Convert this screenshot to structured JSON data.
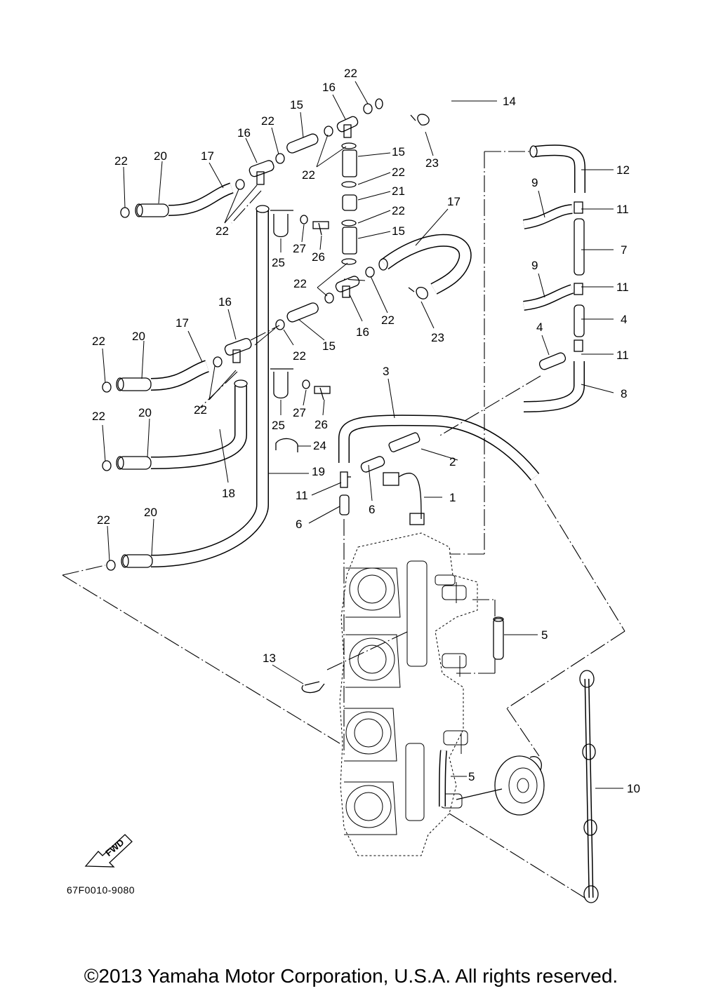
{
  "labels": {
    "p1": "1",
    "p2": "2",
    "p3": "3",
    "p4a": "4",
    "p4b": "4",
    "p5a": "5",
    "p5b": "5",
    "p6a": "6",
    "p6b": "6",
    "p7": "7",
    "p8": "8",
    "p9a": "9",
    "p9b": "9",
    "p10": "10",
    "p11a": "11",
    "p11b": "11",
    "p11c": "11",
    "p11d": "11",
    "p12": "12",
    "p13": "13",
    "p14": "14",
    "p15a": "15",
    "p15b": "15",
    "p15c": "15",
    "p15d": "15",
    "p16a": "16",
    "p16b": "16",
    "p16c": "16",
    "p16d": "16",
    "p17a": "17",
    "p17b": "17",
    "p17c": "17",
    "p18": "18",
    "p19": "19",
    "p20a": "20",
    "p20b": "20",
    "p20c": "20",
    "p20d": "20",
    "p21": "21",
    "p22a": "22",
    "p22b": "22",
    "p22c": "22",
    "p22d": "22",
    "p22e": "22",
    "p22f": "22",
    "p22g": "22",
    "p22h": "22",
    "p22i": "22",
    "p22j": "22",
    "p22k": "22",
    "p22l": "22",
    "p22m": "22",
    "p22n": "22",
    "p23a": "23",
    "p23b": "23",
    "p24": "24",
    "p25a": "25",
    "p25b": "25",
    "p26a": "26",
    "p26b": "26",
    "p27a": "27",
    "p27b": "27"
  },
  "fwd_arrow_text": "FWD",
  "diagram_code": "67F0010-9080",
  "copyright": "©2013 Yamaha Motor Corporation, U.S.A. All rights reserved."
}
